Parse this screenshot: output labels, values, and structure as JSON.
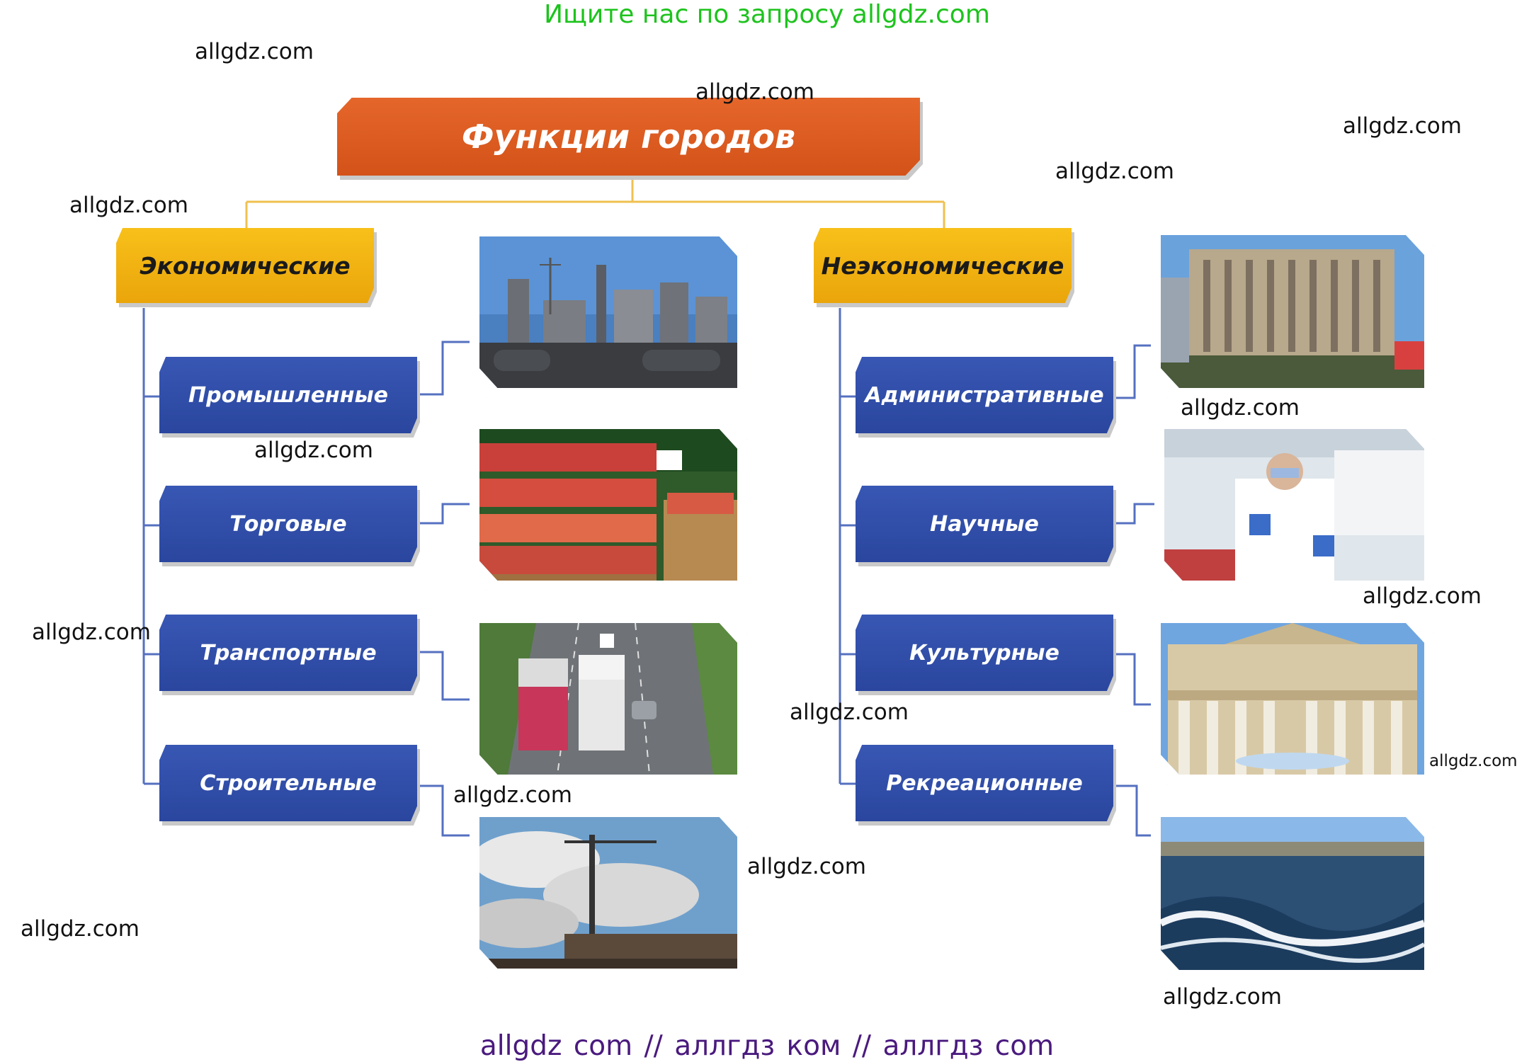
{
  "banner_top": "Ищите нас по запросу allgdz.com",
  "banner_bottom": "allgdz com  //  аллгдз ком  //  аллгдз com",
  "title": "Функции городов",
  "categories": {
    "economic": {
      "label": "Экономические",
      "items": [
        "Промышленные",
        "Торговые",
        "Транспортные",
        "Строительные"
      ]
    },
    "non_economic": {
      "label": "Неэкономические",
      "items": [
        "Административные",
        "Научные",
        "Культурные",
        "Рекреационные"
      ]
    }
  },
  "photos": {
    "economic": [
      "industrial-plant-photo",
      "fruit-market-photo",
      "highway-trucks-photo",
      "construction-crane-photo"
    ],
    "non_economic": [
      "government-building-photo",
      "laboratory-scientist-photo",
      "theatre-columns-photo",
      "sea-waves-photo"
    ]
  },
  "watermarks": [
    "allgdz.com",
    "allgdz.com",
    "allgdz.com",
    "allgdz.com",
    "allgdz.com",
    "allgdz.com",
    "allgdz.com",
    "allgdz.com",
    "allgdz.com",
    "allgdz.com",
    "allgdz.com",
    "allgdz.com",
    "allgdz.com",
    "allgdz.com",
    "allgdz.com"
  ],
  "colors": {
    "title": "#e05f24",
    "category": "#f4b512",
    "item": "#2f4ea8",
    "connector_top": "#f0c050",
    "connector_branch": "#5570c0",
    "banner_top": "#1dc31d",
    "banner_bottom": "#4a1a7e"
  }
}
